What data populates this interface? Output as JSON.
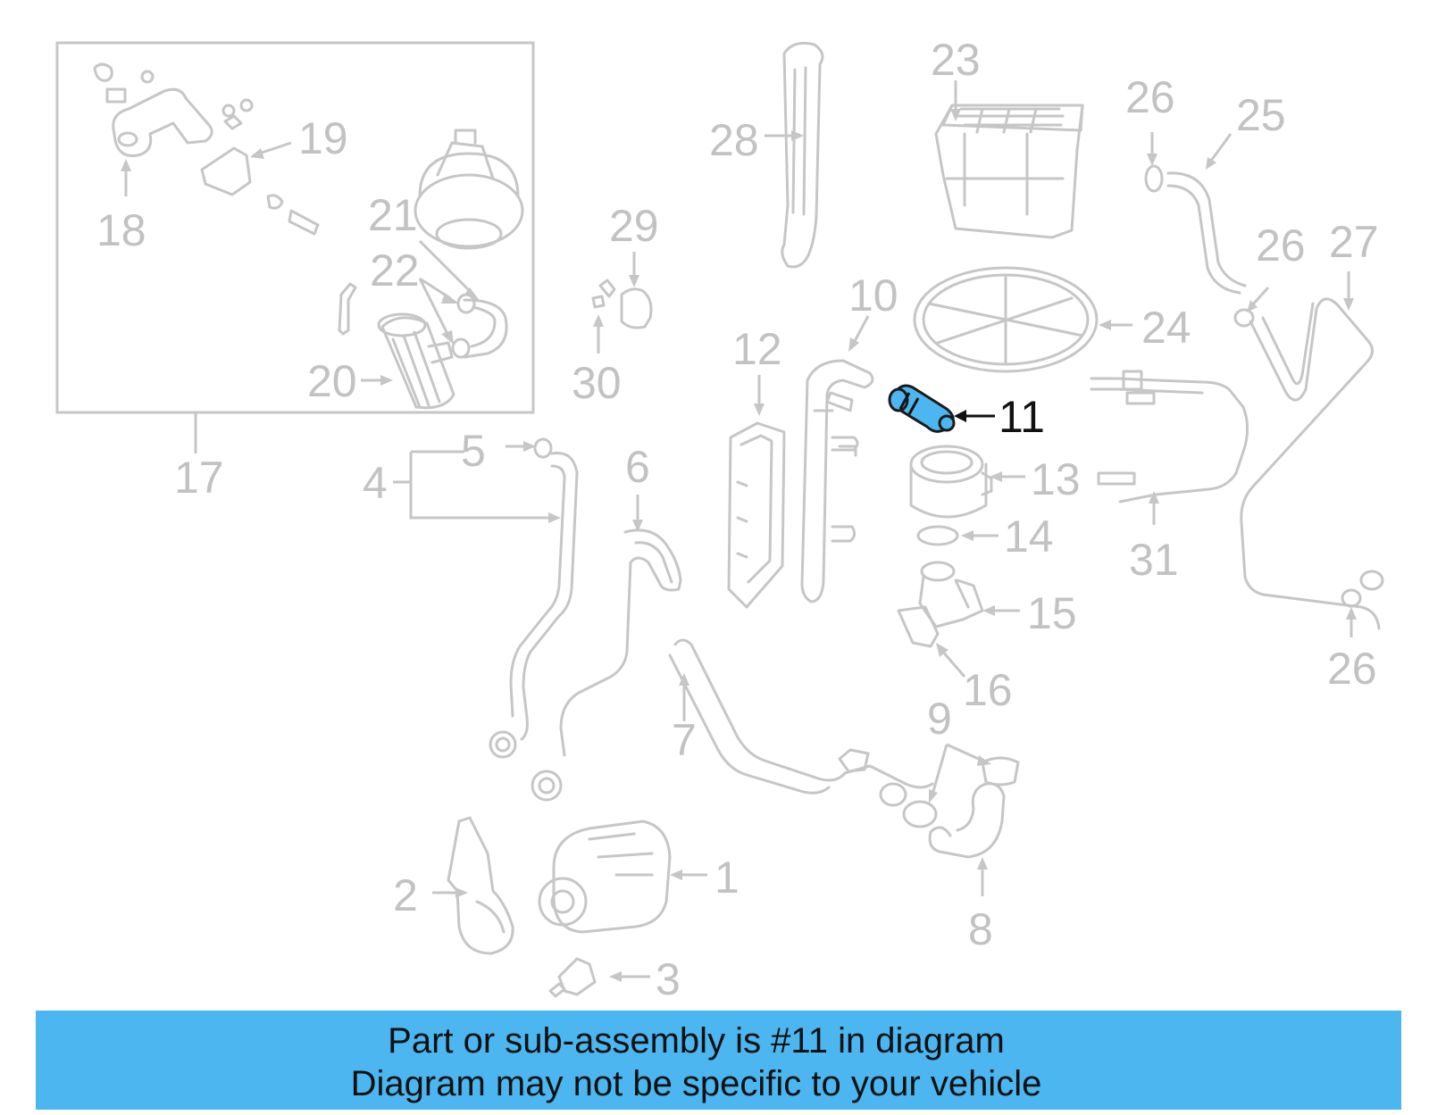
{
  "highlight": {
    "part_number": "11",
    "color": "#4bb6f0"
  },
  "labels": [
    "1",
    "2",
    "3",
    "4",
    "5",
    "6",
    "7",
    "8",
    "9",
    "10",
    "11",
    "12",
    "13",
    "14",
    "15",
    "16",
    "17",
    "18",
    "19",
    "20",
    "21",
    "22",
    "23",
    "24",
    "25",
    "26",
    "27",
    "28",
    "29",
    "30",
    "31"
  ],
  "banner": {
    "line1": "Part or sub-assembly is #11 in diagram",
    "line2": "Diagram may not be specific to your vehicle",
    "color": "#4bb6f0"
  }
}
